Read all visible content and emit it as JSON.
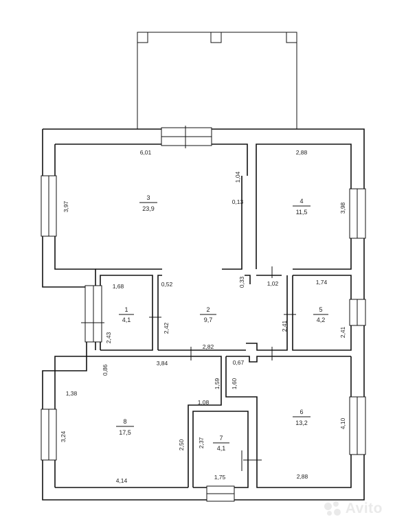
{
  "rooms": [
    {
      "number": "3",
      "area": "23,9"
    },
    {
      "number": "4",
      "area": "11,5"
    },
    {
      "number": "1",
      "area": "4,1"
    },
    {
      "number": "2",
      "area": "9,7"
    },
    {
      "number": "5",
      "area": "4,2"
    },
    {
      "number": "8",
      "area": "17,5"
    },
    {
      "number": "6",
      "area": "13,2"
    },
    {
      "number": "7",
      "area": "4,1"
    }
  ],
  "dimensions": {
    "r3_top": "6,01",
    "r3_left": "3,97",
    "r3_right_upper": "1,04",
    "r3_right_lower": "0,13",
    "r4_top": "2,88",
    "r4_right": "3,98",
    "r1_top": "1,68",
    "r1_left": "2,43",
    "r2_left_top": "0,52",
    "r2_left": "2,42",
    "r2_right_top": "0,33",
    "r2_right": "2,41",
    "r2_bottom": "2,82",
    "d_102": "1,02",
    "r5_top": "1,74",
    "r5_right": "2,41",
    "r8_top": "3,84",
    "r8_corner": "0,86",
    "r8_left_top": "1,38",
    "r8_left": "3,24",
    "r8_bottom": "4,14",
    "r8_notch_v": "1,59",
    "r8_notch_h": "1,08",
    "r8_right": "2,50",
    "r6_notch_h": "0,67",
    "r6_notch_v": "1,60",
    "r6_right": "4,10",
    "r6_bottom": "2,88",
    "r7_left": "2,37",
    "r7_bottom": "1,75"
  },
  "watermark": {
    "text": "Avito"
  }
}
